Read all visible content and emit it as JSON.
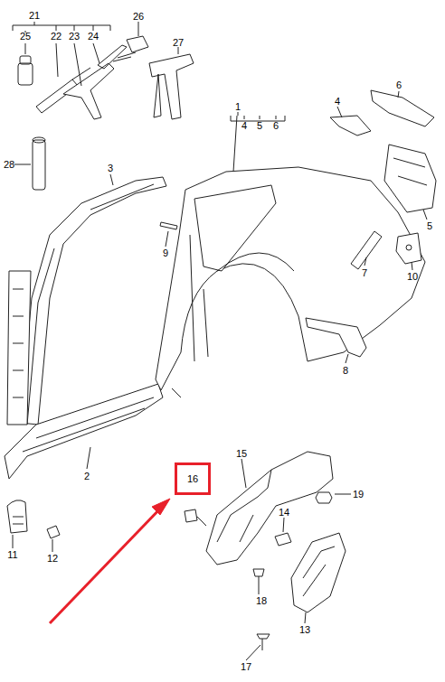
{
  "diagram": {
    "nodes": [
      {
        "text": [
          "16"
        ]
      }
    ],
    "labels": [
      "21",
      "25",
      "22",
      "23",
      "24",
      "26",
      "27",
      "1",
      "4",
      "5",
      "6",
      "6",
      "4",
      "28",
      "3",
      "9",
      "7",
      "10",
      "5",
      "8",
      "2",
      "11",
      "12",
      "15",
      "19",
      "14",
      "18",
      "13",
      "17"
    ]
  }
}
